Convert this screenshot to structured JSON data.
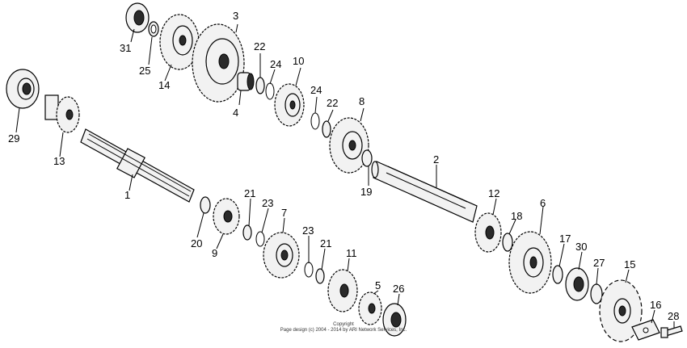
{
  "diagram": {
    "callouts": [
      {
        "id": "p31",
        "text": "31"
      },
      {
        "id": "p25",
        "text": "25"
      },
      {
        "id": "p14",
        "text": "14"
      },
      {
        "id": "p3",
        "text": "3"
      },
      {
        "id": "p4",
        "text": "4"
      },
      {
        "id": "p22a",
        "text": "22"
      },
      {
        "id": "p24a",
        "text": "24"
      },
      {
        "id": "p10",
        "text": "10"
      },
      {
        "id": "p24b",
        "text": "24"
      },
      {
        "id": "p22b",
        "text": "22"
      },
      {
        "id": "p8",
        "text": "8"
      },
      {
        "id": "p29",
        "text": "29"
      },
      {
        "id": "p13",
        "text": "13"
      },
      {
        "id": "p1",
        "text": "1"
      },
      {
        "id": "p19",
        "text": "19"
      },
      {
        "id": "p2",
        "text": "2"
      },
      {
        "id": "p12",
        "text": "12"
      },
      {
        "id": "p18",
        "text": "18"
      },
      {
        "id": "p6",
        "text": "6"
      },
      {
        "id": "p20",
        "text": "20"
      },
      {
        "id": "p9",
        "text": "9"
      },
      {
        "id": "p21a",
        "text": "21"
      },
      {
        "id": "p23a",
        "text": "23"
      },
      {
        "id": "p7",
        "text": "7"
      },
      {
        "id": "p23b",
        "text": "23"
      },
      {
        "id": "p21b",
        "text": "21"
      },
      {
        "id": "p11",
        "text": "11"
      },
      {
        "id": "p5",
        "text": "5"
      },
      {
        "id": "p26",
        "text": "26"
      },
      {
        "id": "p17",
        "text": "17"
      },
      {
        "id": "p30",
        "text": "30"
      },
      {
        "id": "p27",
        "text": "27"
      },
      {
        "id": "p15",
        "text": "15"
      },
      {
        "id": "p16",
        "text": "16"
      },
      {
        "id": "p28",
        "text": "28"
      }
    ],
    "copyright_line1": "Copyright",
    "copyright_line2": "Page design (c) 2004 - 2014 by ARI Network Services, Inc."
  }
}
